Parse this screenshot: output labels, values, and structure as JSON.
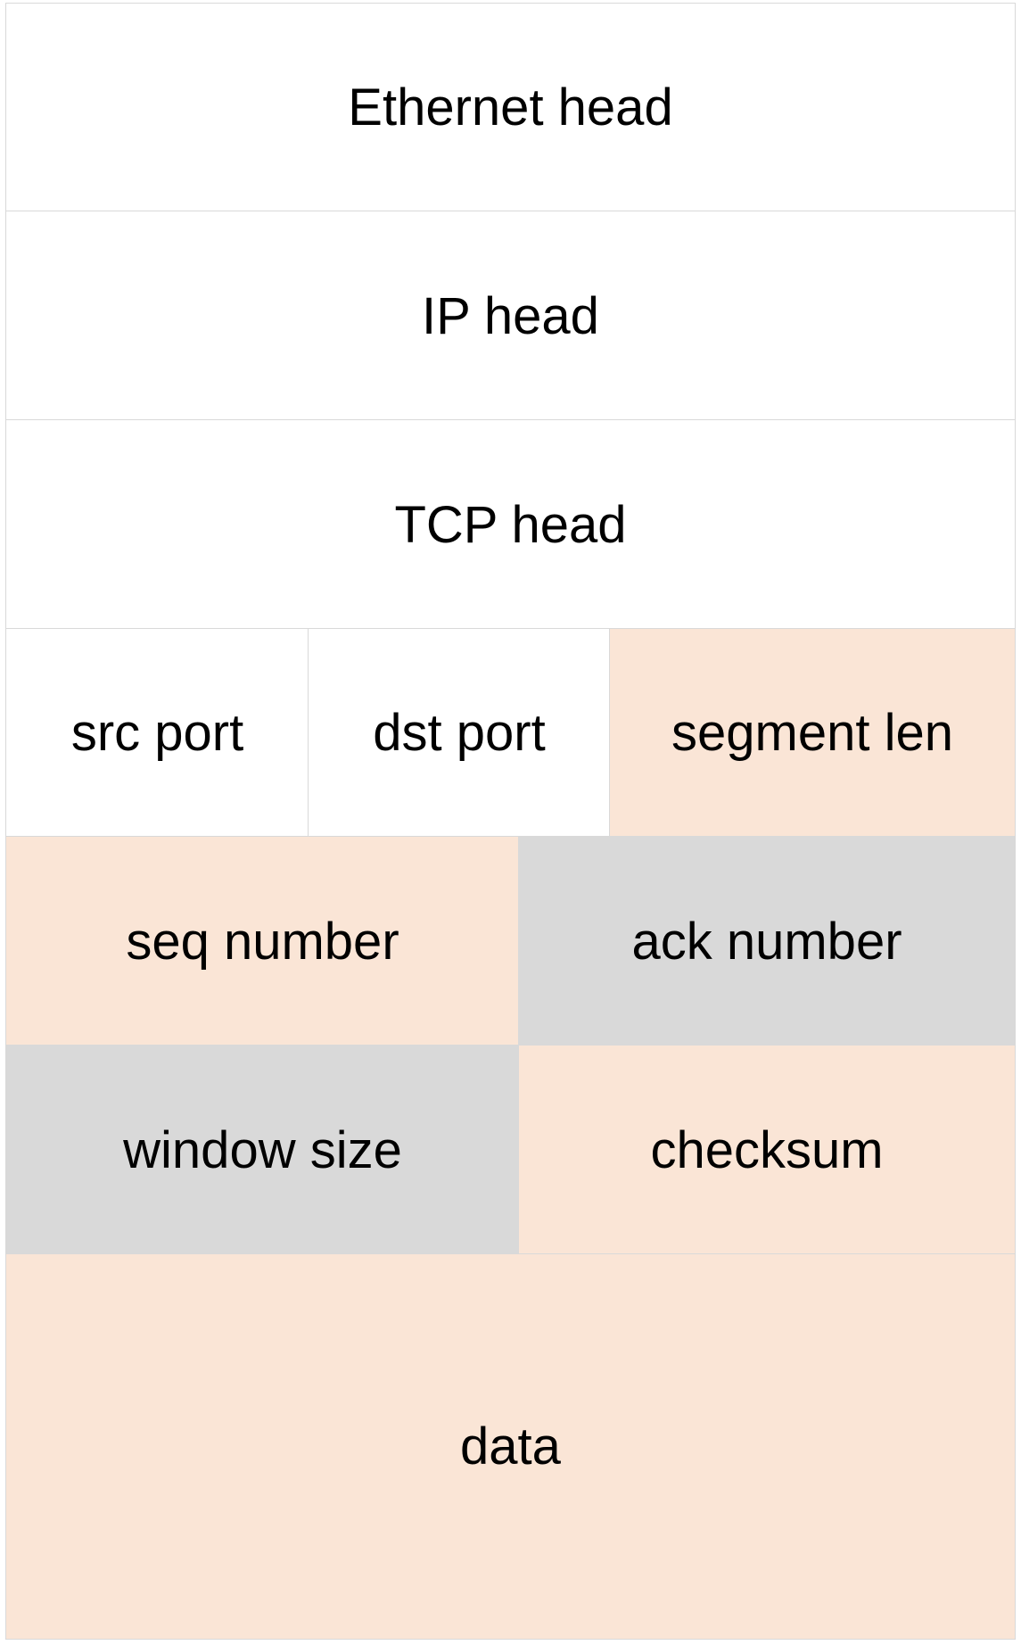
{
  "fields": {
    "ethernet_head": "Ethernet head",
    "ip_head": "IP head",
    "tcp_head": "TCP head",
    "src_port": "src port",
    "dst_port": "dst port",
    "segment_len": "segment len",
    "seq_number": "seq number",
    "ack_number": "ack number",
    "window_size": "window size",
    "checksum": "checksum",
    "data": "data"
  },
  "colors": {
    "white": "#ffffff",
    "peach": "#fae5d6",
    "gray": "#d9d9d9",
    "border": "#d9d9d9",
    "text": "#000000"
  }
}
